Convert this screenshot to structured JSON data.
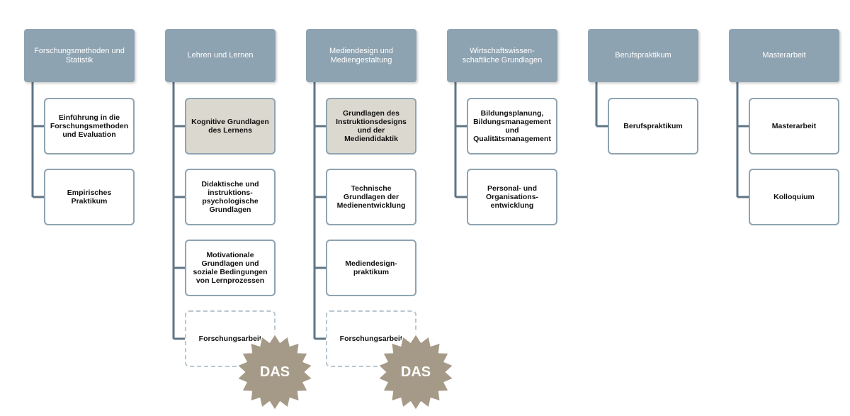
{
  "columns": [
    {
      "header": "Forschungsmethoden und\nStatistik",
      "items": [
        {
          "label": "Einführung in die\nForschungsmethoden\nund Evaluation",
          "style": "normal"
        },
        {
          "label": "Empirisches\nPraktikum",
          "style": "normal"
        }
      ]
    },
    {
      "header": "Lehren und Lernen",
      "items": [
        {
          "label": "Kognitive Grundlagen\ndes Lernens",
          "style": "shaded"
        },
        {
          "label": "Didaktische und\ninstruktions-\npsychologische\nGrundlagen",
          "style": "normal"
        },
        {
          "label": "Motivationale\nGrundlagen und\nsoziale Bedingungen\nvon Lernprozessen",
          "style": "normal"
        },
        {
          "label": "Forschungsarbeit",
          "style": "dashed"
        }
      ],
      "badge": "DAS"
    },
    {
      "header": "Mediendesign und\nMediengestaltung",
      "items": [
        {
          "label": "Grundlagen des\nInstruktionsdesigns\nund der\nMediendidaktik",
          "style": "shaded"
        },
        {
          "label": "Technische\nGrundlagen der\nMedienentwicklung",
          "style": "normal"
        },
        {
          "label": "Mediendesign-\npraktikum",
          "style": "normal"
        },
        {
          "label": "Forschungsarbeit",
          "style": "dashed"
        }
      ],
      "badge": "DAS"
    },
    {
      "header": "Wirtschaftswissen-\nschaftliche Grundlagen",
      "items": [
        {
          "label": "Bildungsplanung,\nBildungsmanagement\nund\nQualitätsmanagement",
          "style": "normal"
        },
        {
          "label": "Personal- und\nOrganisations-\nentwicklung",
          "style": "normal"
        }
      ]
    },
    {
      "header": "Berufspraktikum",
      "items": [
        {
          "label": "Berufspraktikum",
          "style": "normal"
        }
      ]
    },
    {
      "header": "Masterarbeit",
      "items": [
        {
          "label": "Masterarbeit",
          "style": "normal"
        },
        {
          "label": "Kolloquium",
          "style": "normal"
        }
      ]
    }
  ],
  "colors": {
    "header_fill": "#8ea3b1",
    "connector": "#5f7586",
    "box_border": "#8ea3b1",
    "shaded_fill": "#dbd8d0",
    "dashed_border": "#bac7d0",
    "badge_fill": "#a59a87"
  }
}
